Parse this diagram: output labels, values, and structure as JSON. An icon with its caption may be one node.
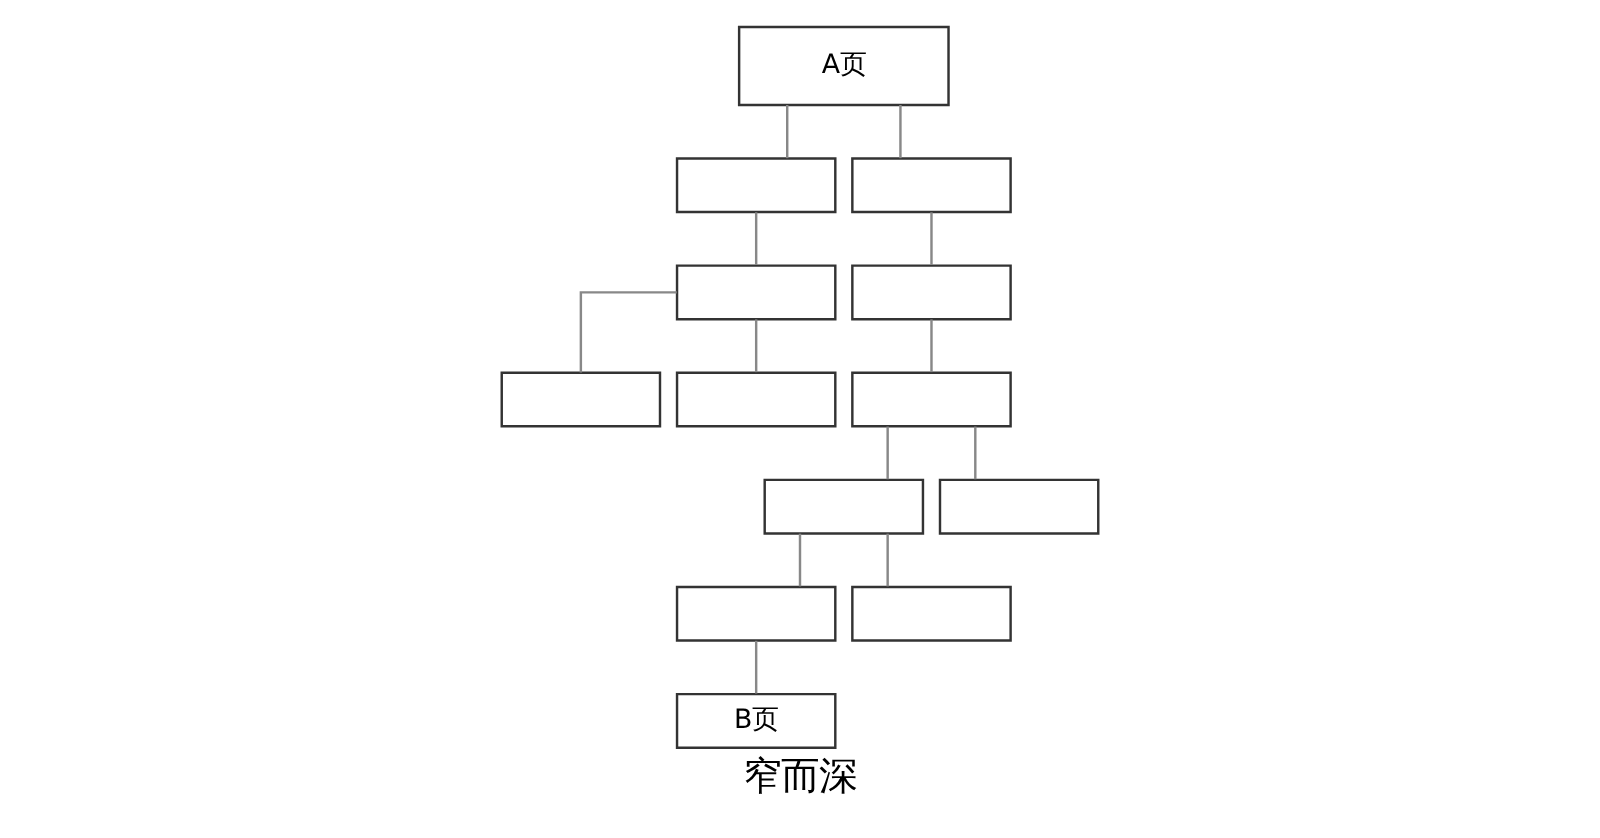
{
  "diagram": {
    "caption": "窄而深",
    "nodes": [
      {
        "text": [
          "A页"
        ]
      },
      {
        "text": [],
        "shape": "box"
      },
      {
        "text": [],
        "shape": "box"
      },
      {
        "text": [],
        "shape": "box"
      },
      {
        "text": [],
        "shape": "box"
      },
      {
        "text": [],
        "shape": "box"
      },
      {
        "text": [],
        "shape": "box"
      },
      {
        "text": [],
        "shape": "box"
      },
      {
        "text": [],
        "shape": "box"
      },
      {
        "text": [],
        "shape": "box"
      },
      {
        "text": [],
        "shape": "box"
      },
      {
        "text": [],
        "shape": "box"
      },
      {
        "text": [
          "B页"
        ]
      }
    ],
    "edges": [
      {
        "from": 0,
        "to": 1,
        "arrow": "none"
      },
      {
        "from": 0,
        "to": 2,
        "arrow": "none"
      },
      {
        "from": 1,
        "to": 3,
        "arrow": "none"
      },
      {
        "from": 2,
        "to": 4,
        "arrow": "none"
      },
      {
        "from": 3,
        "to": 5,
        "arrow": "none"
      },
      {
        "from": 3,
        "to": 6,
        "arrow": "none"
      },
      {
        "from": 4,
        "to": 7,
        "arrow": "none"
      },
      {
        "from": 7,
        "to": 8,
        "arrow": "none"
      },
      {
        "from": 7,
        "to": 9,
        "arrow": "none"
      },
      {
        "from": 8,
        "to": 10,
        "arrow": "none"
      },
      {
        "from": 8,
        "to": 11,
        "arrow": "none"
      },
      {
        "from": 10,
        "to": 12,
        "arrow": "none"
      }
    ]
  }
}
